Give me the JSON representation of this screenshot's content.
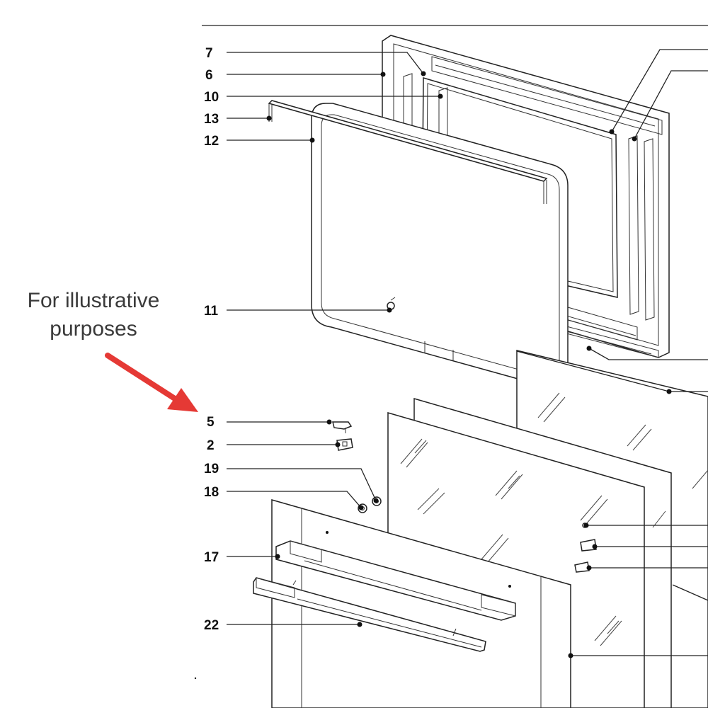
{
  "note": {
    "line1": "For illustrative",
    "line2": "purposes",
    "arrow_color": "#e53935"
  },
  "callouts": [
    {
      "id": "7",
      "label": "7"
    },
    {
      "id": "6",
      "label": "6"
    },
    {
      "id": "10",
      "label": "10"
    },
    {
      "id": "13",
      "label": "13"
    },
    {
      "id": "12",
      "label": "12"
    },
    {
      "id": "11",
      "label": "11"
    },
    {
      "id": "5",
      "label": "5"
    },
    {
      "id": "2",
      "label": "2"
    },
    {
      "id": "19",
      "label": "19"
    },
    {
      "id": "18",
      "label": "18"
    },
    {
      "id": "17",
      "label": "17"
    },
    {
      "id": "22",
      "label": "22"
    }
  ]
}
